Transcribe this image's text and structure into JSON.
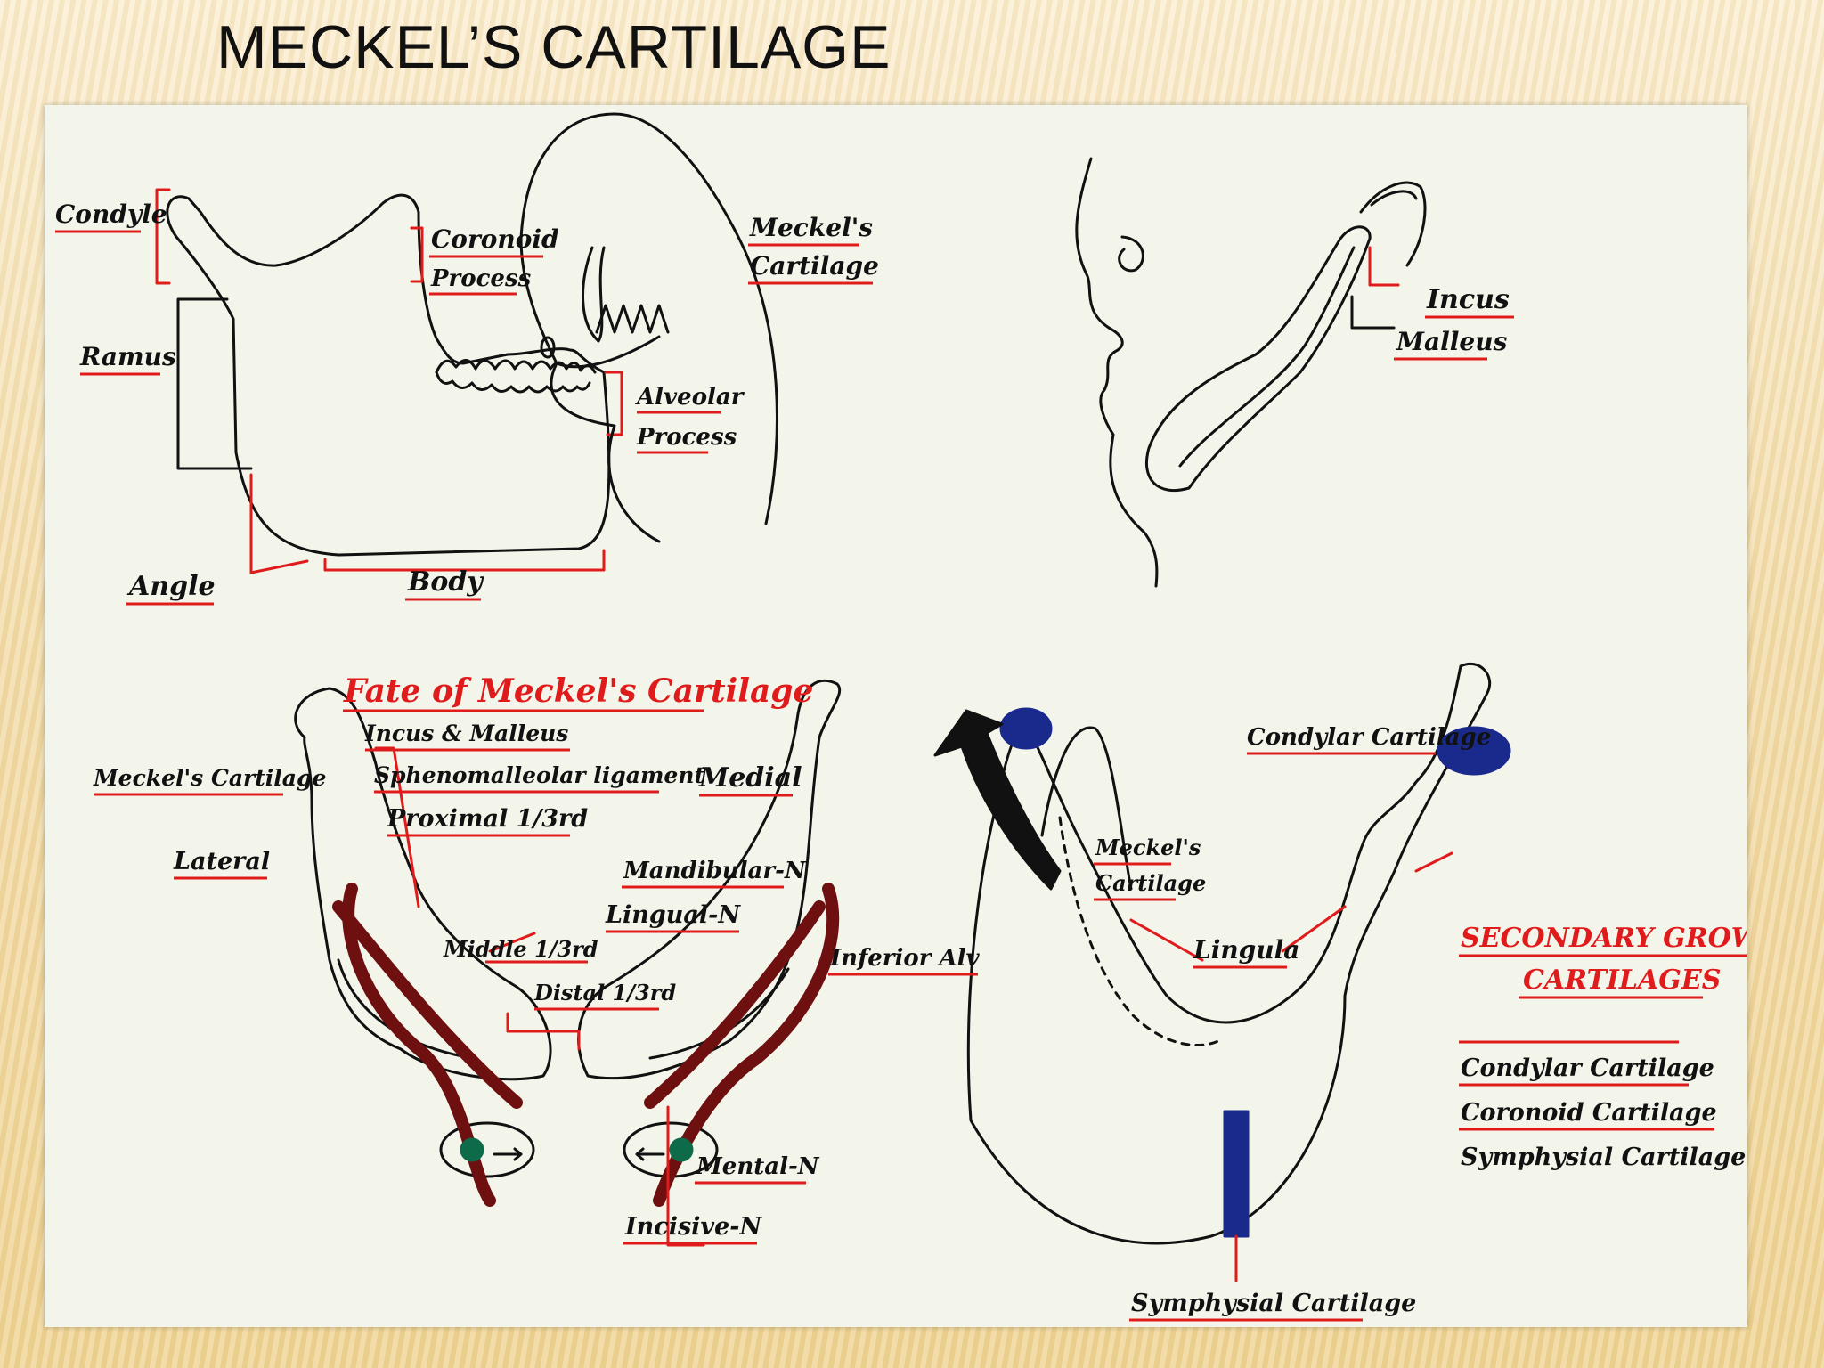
{
  "title": "MECKEL’S CARTILAGE",
  "mandible_labels": {
    "condyle": "Condyle",
    "coronoid": "Coronoid",
    "coronoid_2": "Process",
    "ramus": "Ramus",
    "alveolar": "Alveolar",
    "alveolar_2": "Process",
    "angle": "Angle",
    "body": "Body"
  },
  "embryo_labels": {
    "meckels": "Meckel's",
    "cartilage": "Cartilage"
  },
  "profile_labels": {
    "incus": "Incus",
    "malleus": "Malleus"
  },
  "fate": {
    "heading": "Fate of Meckel's Cartilage",
    "meckels_cartilage": "Meckel's Cartilage",
    "incus_malleus": "Incus & Malleus",
    "sphenomalleolar": "Sphenomalleolar ligament",
    "proximal": "Proximal 1/3rd",
    "lateral": "Lateral",
    "medial": "Medial",
    "mandibular_n": "Mandibular-N",
    "lingual_n": "Lingual-N",
    "middle": "Middle 1/3rd",
    "distal": "Distal 1/3rd",
    "inferior_alv": "Inferior Alv",
    "mental_n": "Mental-N",
    "incisive_n": "Incisive-N"
  },
  "secondary": {
    "condylar_cartilage_top": "Condylar Cartilage",
    "meckels": "Meckel's",
    "cartilage": "Cartilage",
    "lingula": "Lingula",
    "heading_1": "SECONDARY GROWTH",
    "heading_2": "CARTILAGES",
    "list": [
      "Condylar Cartilage",
      "Coronoid Cartilage",
      "Symphysial Cartilage"
    ],
    "symphysial": "Symphysial Cartilage"
  },
  "colors": {
    "underline_red": "#e01b1b",
    "ink": "#111111",
    "nerve_maroon": "#6e1010",
    "cartilage_blue": "#1a2a8c",
    "foramen_green": "#0e6b4a"
  }
}
